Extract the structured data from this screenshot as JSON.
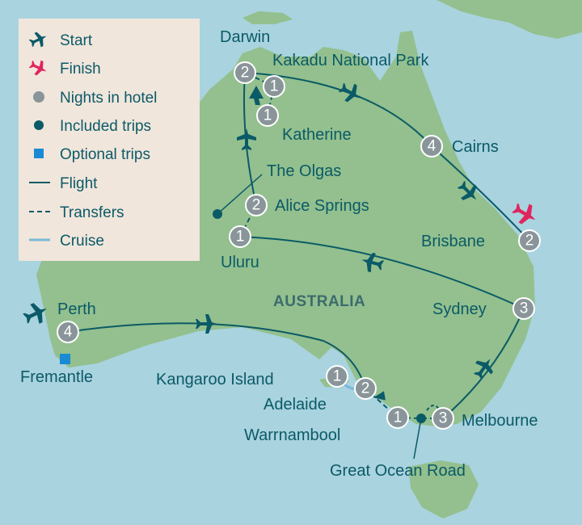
{
  "legend": {
    "start": "Start",
    "finish": "Finish",
    "nights": "Nights in hotel",
    "included": "Included trips",
    "optional": "Optional trips",
    "flight": "Flight",
    "transfers": "Transfers",
    "cruise": "Cruise"
  },
  "country_label": "AUSTRALIA",
  "places": {
    "darwin": "Darwin",
    "kakadu": "Kakadu National Park",
    "katherine": "Katherine",
    "cairns": "Cairns",
    "olgas": "The Olgas",
    "alice": "Alice Springs",
    "uluru": "Uluru",
    "brisbane": "Brisbane",
    "sydney": "Sydney",
    "perth": "Perth",
    "fremantle": "Fremantle",
    "kangaroo": "Kangaroo Island",
    "adelaide": "Adelaide",
    "warrnambool": "Warrnambool",
    "melbourne": "Melbourne",
    "gor": "Great Ocean Road"
  },
  "nights": {
    "darwin": "2",
    "kakadu": "1",
    "katherine": "1",
    "cairns": "4",
    "alice": "2",
    "uluru": "1",
    "brisbane": "2",
    "sydney": "3",
    "perth": "4",
    "kangaroo": "1",
    "adelaide": "2",
    "warrnambool": "1",
    "melbourne": "3"
  },
  "colors": {
    "sea": "#a9d3df",
    "land": "#93c08e",
    "route": "#0b5a67",
    "marker": "#8a959a",
    "finish": "#e0245e",
    "optional": "#1a8ad4",
    "cruise": "#7bb9d9",
    "legend_bg": "#f1e6dc"
  }
}
